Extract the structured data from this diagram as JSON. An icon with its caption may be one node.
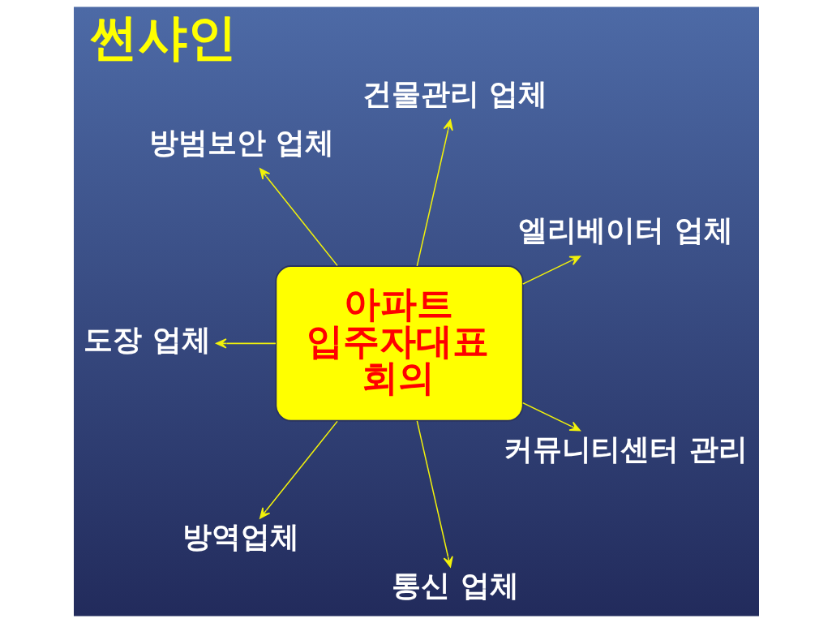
{
  "diagram": {
    "title": "썬샤인",
    "nodes": [
      {
        "text": [
          "아파트 입주자대표 회의"
        ]
      },
      {
        "text": [
          "엘리베이터 업체"
        ]
      },
      {
        "text": [
          "건물관리 업체"
        ]
      },
      {
        "text": [
          "방범보안 업체"
        ]
      },
      {
        "text": [
          "도장 업체"
        ]
      },
      {
        "text": [
          "방역업체"
        ]
      },
      {
        "text": [
          "통신 업체"
        ]
      },
      {
        "text": [
          "커뮤니티센터 관리"
        ]
      }
    ],
    "edges": [
      {
        "from": 0,
        "to": 1,
        "arrow": "to"
      },
      {
        "from": 0,
        "to": 2,
        "arrow": "to"
      },
      {
        "from": 0,
        "to": 3,
        "arrow": "to"
      },
      {
        "from": 0,
        "to": 4,
        "arrow": "to"
      },
      {
        "from": 0,
        "to": 5,
        "arrow": "to"
      },
      {
        "from": 0,
        "to": 6,
        "arrow": "to"
      },
      {
        "from": 0,
        "to": 7,
        "arrow": "to"
      }
    ]
  }
}
